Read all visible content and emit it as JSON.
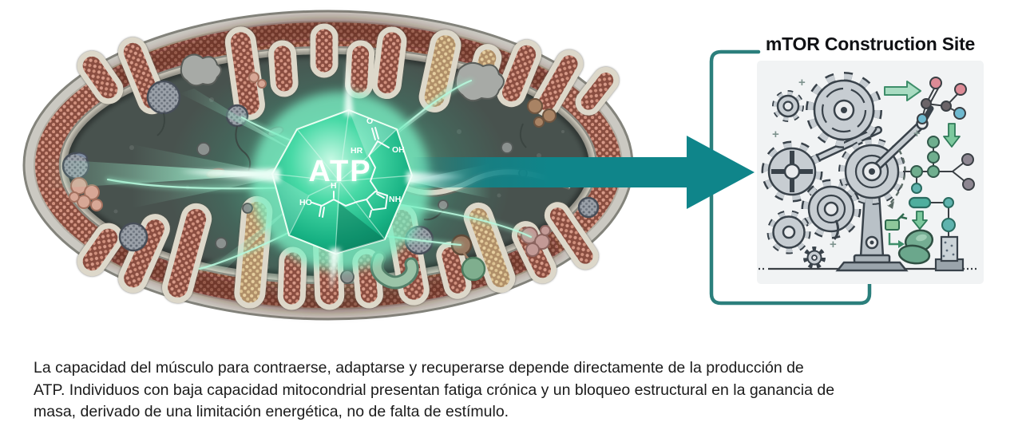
{
  "panel": {
    "title": "mTOR Construction Site",
    "background": "#f1f3f4"
  },
  "diagram": {
    "atp_label": "ATP",
    "chem_labels": {
      "o": "O",
      "oh": "OH",
      "hr": "HR",
      "ho": "HO",
      "nh": "NH",
      "h": "H"
    },
    "colors": {
      "flow_arrow": "#0f858a",
      "bracket": "#2b7f7c",
      "atp_glow": "#49e6ac",
      "crystal_mid": "#2ec495",
      "rim_base": "#8a4e40",
      "rim_dots": "#d79a89",
      "matrix": "#48524e",
      "membrane_cream": "#ddd8ca",
      "gear_fill": "#c7cdd2",
      "gear_stroke": "#39424a",
      "green_accent": "#7cc89d"
    }
  },
  "caption": {
    "lines": [
      "La capacidad del músculo para contraerse, adaptarse y recuperarse depende directamente de la producción de",
      "ATP. Individuos con baja capacidad mitocondrial presentan fatiga crónica y un bloqueo estructural en la ganancia de",
      "masa, derivado de una limitación energética, no de falta de estímulo."
    ]
  }
}
